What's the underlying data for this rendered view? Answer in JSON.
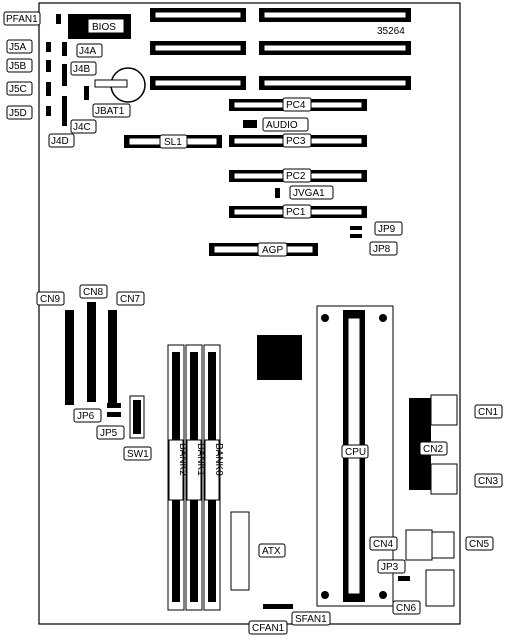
{
  "labels": {
    "pfan1": "PFAN1",
    "bios": "BIOS",
    "model": "35264",
    "j5a": "J5A",
    "j4a": "J4A",
    "j5b": "J5B",
    "j4b": "J4B",
    "j5c": "J5C",
    "jbat1": "JBAT1",
    "j5d": "J5D",
    "j4c": "J4C",
    "j4d": "J4D",
    "pc4": "PC4",
    "audio": "AUDIO",
    "sl1": "SL1",
    "pc3": "PC3",
    "pc2": "PC2",
    "jvga1": "JVGA1",
    "pc1": "PC1",
    "jp9": "JP9",
    "jp8": "JP8",
    "agp": "AGP",
    "cn9": "CN9",
    "cn8": "CN8",
    "cn7": "CN7",
    "jp6": "JP6",
    "jp5": "JP5",
    "sw1": "SW1",
    "bank2": "BANK2",
    "bank1": "BANK1",
    "bank0": "BANK0",
    "cpu": "CPU",
    "cn1": "CN1",
    "cn2": "CN2",
    "cn3": "CN3",
    "atx": "ATX",
    "cn4": "CN4",
    "cn5": "CN5",
    "jp3": "JP3",
    "cn6": "CN6",
    "cfan1": "CFAN1",
    "sfan1": "SFAN1"
  }
}
